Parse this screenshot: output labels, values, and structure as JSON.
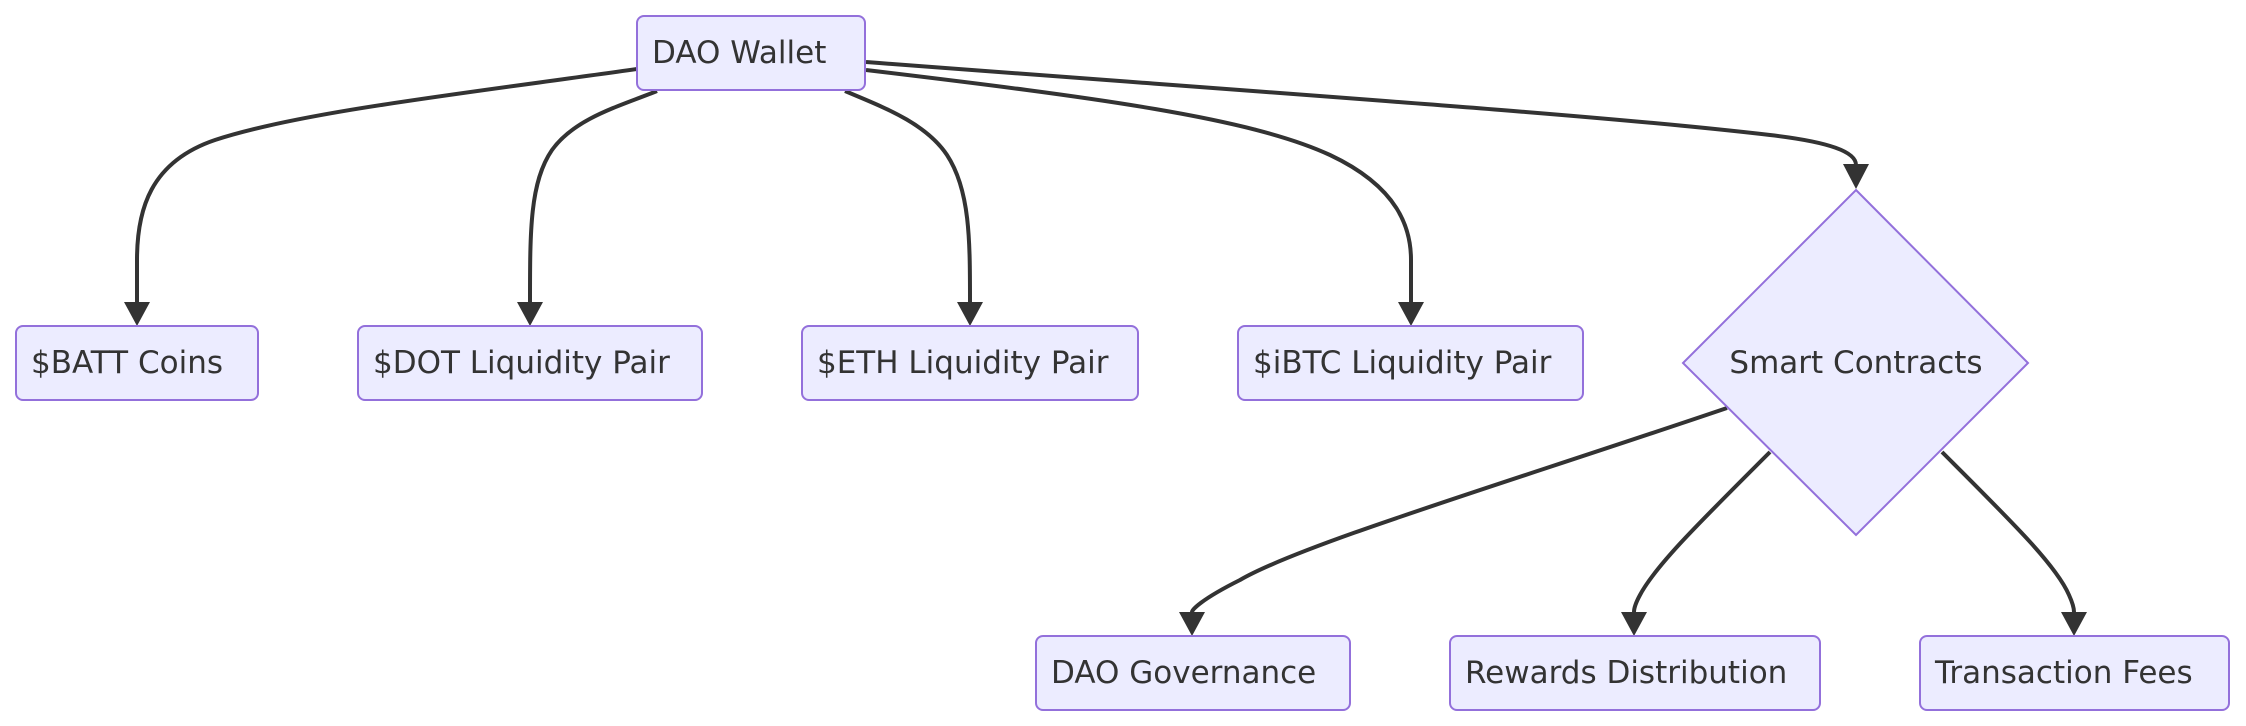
{
  "diagram": {
    "type": "flowchart",
    "direction": "top-down",
    "colors": {
      "node_fill": "#ECECFF",
      "node_stroke": "#9370DB",
      "edge": "#333333",
      "text": "#333333",
      "background": "#FFFFFF"
    },
    "nodes": {
      "dao_wallet": {
        "label": "DAO Wallet",
        "shape": "rounded-rect"
      },
      "batt_coins": {
        "label": "$BATT Coins",
        "shape": "rounded-rect"
      },
      "dot_pair": {
        "label": "$DOT Liquidity Pair",
        "shape": "rounded-rect"
      },
      "eth_pair": {
        "label": "$ETH Liquidity Pair",
        "shape": "rounded-rect"
      },
      "ibtc_pair": {
        "label": "$iBTC Liquidity Pair",
        "shape": "rounded-rect"
      },
      "smart_contracts": {
        "label": "Smart Contracts",
        "shape": "diamond"
      },
      "dao_governance": {
        "label": "DAO Governance",
        "shape": "rounded-rect"
      },
      "rewards_distribution": {
        "label": "Rewards Distribution",
        "shape": "rounded-rect"
      },
      "transaction_fees": {
        "label": "Transaction Fees",
        "shape": "rounded-rect"
      }
    },
    "edges": [
      {
        "from": "dao_wallet",
        "to": "batt_coins"
      },
      {
        "from": "dao_wallet",
        "to": "dot_pair"
      },
      {
        "from": "dao_wallet",
        "to": "eth_pair"
      },
      {
        "from": "dao_wallet",
        "to": "ibtc_pair"
      },
      {
        "from": "dao_wallet",
        "to": "smart_contracts"
      },
      {
        "from": "smart_contracts",
        "to": "dao_governance"
      },
      {
        "from": "smart_contracts",
        "to": "rewards_distribution"
      },
      {
        "from": "smart_contracts",
        "to": "transaction_fees"
      }
    ]
  }
}
